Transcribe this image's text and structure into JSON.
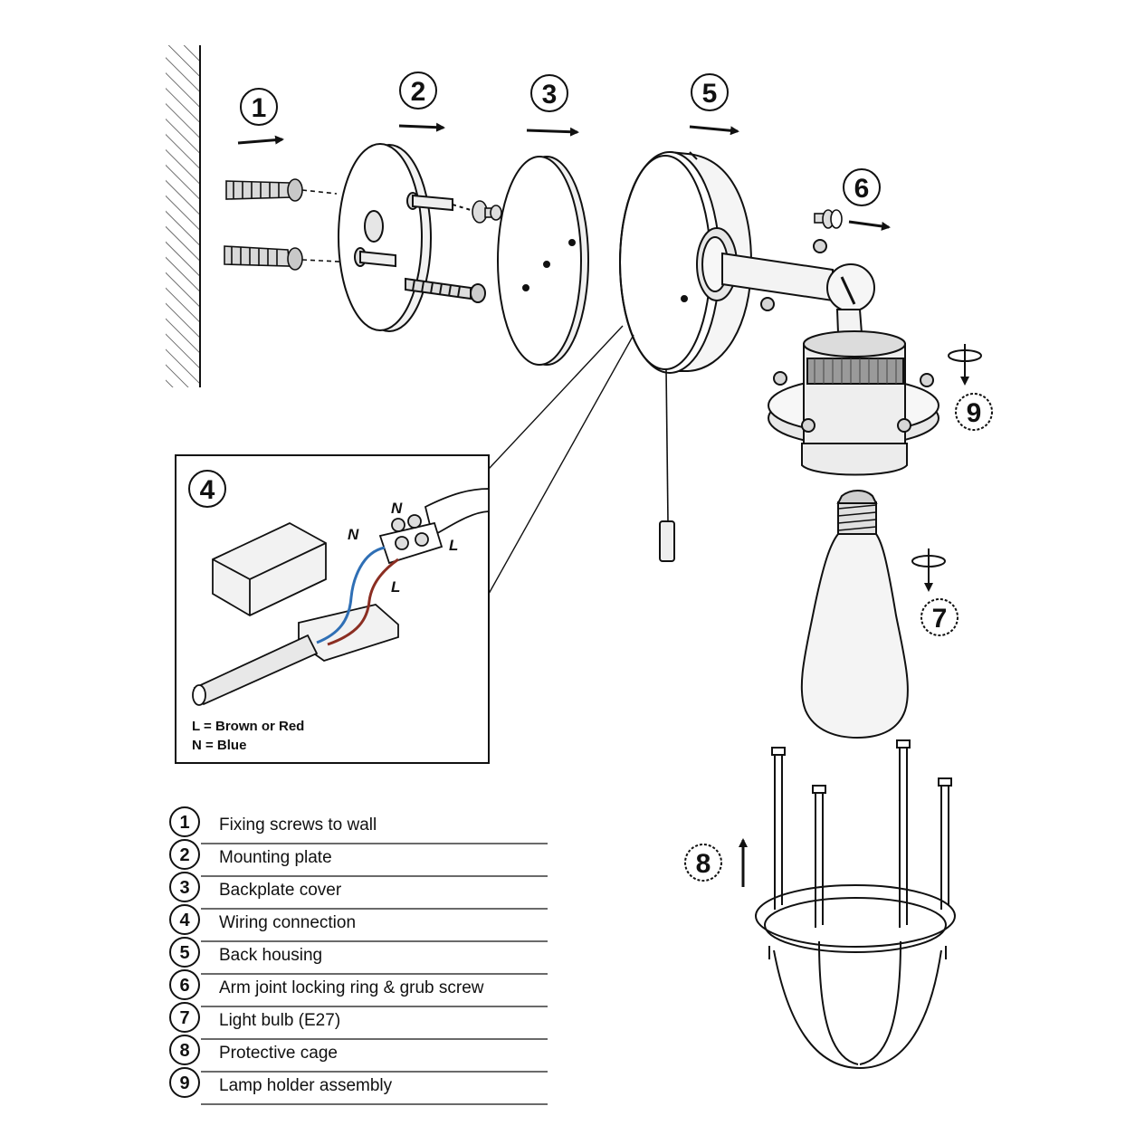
{
  "callouts": {
    "c1": "1",
    "c2": "2",
    "c3": "3",
    "c4": "4",
    "c5": "5",
    "c6": "6",
    "c7": "7",
    "c8": "8",
    "c9": "9"
  },
  "wiring": {
    "neutral_top": "N",
    "live_top": "L",
    "neutral_left": "N",
    "live_left": "L",
    "legend_live": "L = Brown or Red",
    "legend_neutral": "N = Blue",
    "colors": {
      "live": "#8b2e22",
      "neutral": "#2f6fb5"
    }
  },
  "key": [
    {
      "num": "1",
      "label": "Fixing screws to wall"
    },
    {
      "num": "2",
      "label": "Mounting plate"
    },
    {
      "num": "3",
      "label": "Backplate cover"
    },
    {
      "num": "4",
      "label": "Wiring connection"
    },
    {
      "num": "5",
      "label": "Back housing"
    },
    {
      "num": "6",
      "label": "Arm joint locking ring & grub screw"
    },
    {
      "num": "7",
      "label": "Light bulb (E27)"
    },
    {
      "num": "8",
      "label": "Protective cage"
    },
    {
      "num": "9",
      "label": "Lamp holder assembly"
    }
  ]
}
